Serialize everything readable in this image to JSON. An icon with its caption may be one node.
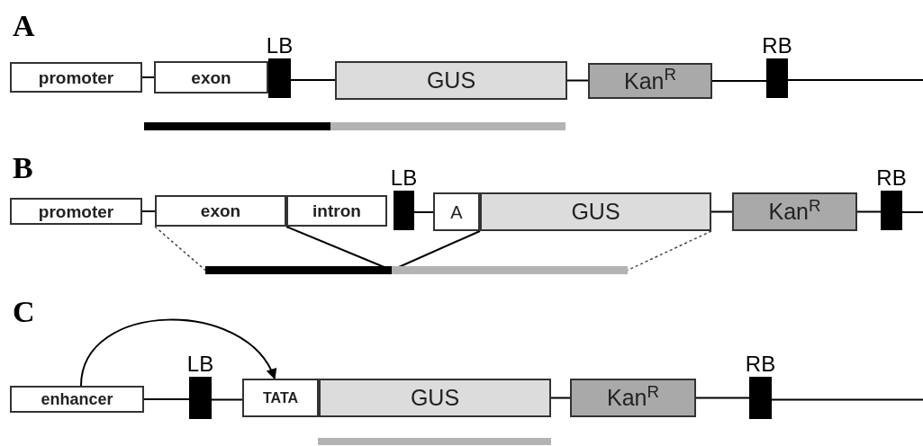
{
  "diagram": {
    "nodes": [
      {
        "text": [
          "promoter"
        ]
      },
      {
        "text": [
          "exon"
        ]
      },
      {
        "text": [
          "LB"
        ]
      },
      {
        "text": [
          "GUS"
        ]
      },
      {
        "text": [
          "Kan$^{R}$"
        ]
      },
      {
        "text": [
          "RB"
        ]
      },
      {
        "text": [],
        "shape": "bar"
      },
      {
        "text": [],
        "shape": "bar"
      },
      {
        "text": [
          "promoter"
        ]
      },
      {
        "text": [
          "exon"
        ]
      },
      {
        "text": [
          "intron"
        ]
      },
      {
        "text": [
          "LB"
        ]
      },
      {
        "text": [
          "A"
        ]
      },
      {
        "text": [
          "GUS"
        ]
      },
      {
        "text": [
          "Kan$^{R}$"
        ]
      },
      {
        "text": [
          "RB"
        ]
      },
      {
        "text": [],
        "shape": "bar"
      },
      {
        "text": [],
        "shape": "bar"
      },
      {
        "text": [
          "enhancer"
        ]
      },
      {
        "text": [
          "LB"
        ]
      },
      {
        "text": [
          "TATA"
        ]
      },
      {
        "text": [
          "GUS"
        ]
      },
      {
        "text": [
          "Kan$^{R}$"
        ]
      },
      {
        "text": [
          "RB"
        ]
      },
      {
        "text": [],
        "shape": "bar"
      }
    ],
    "edges": [
      {
        "from": 0,
        "to": 1,
        "arrow": "none"
      },
      {
        "from": 2,
        "to": 3,
        "arrow": "none"
      },
      {
        "from": 3,
        "to": 4,
        "arrow": "none"
      },
      {
        "from": 4,
        "to": 5,
        "arrow": "none"
      },
      {
        "from": 5,
        "to": null,
        "arrow": "none"
      },
      {
        "from": 8,
        "to": 9,
        "arrow": "none"
      },
      {
        "from": 11,
        "to": 12,
        "arrow": "none"
      },
      {
        "from": 13,
        "to": 14,
        "arrow": "none"
      },
      {
        "from": 14,
        "to": 15,
        "arrow": "none"
      },
      {
        "from": 15,
        "to": null,
        "arrow": "none"
      },
      {
        "from": 9,
        "to": 16,
        "arrow": "none",
        "style": "dashed"
      },
      {
        "from": 10,
        "to": 16,
        "arrow": "none"
      },
      {
        "from": 12,
        "to": 17,
        "arrow": "none"
      },
      {
        "from": 13,
        "to": 17,
        "arrow": "none",
        "style": "dashed"
      },
      {
        "from": 18,
        "to": 19,
        "arrow": "none"
      },
      {
        "from": 19,
        "to": 20,
        "arrow": "none"
      },
      {
        "from": 21,
        "to": 22,
        "arrow": "none"
      },
      {
        "from": 22,
        "to": 23,
        "arrow": "none"
      },
      {
        "from": 23,
        "to": null,
        "arrow": "none"
      },
      {
        "from": 18,
        "to": 20,
        "arrow": "to"
      }
    ],
    "labels": [
      "A",
      "B",
      "C"
    ]
  }
}
